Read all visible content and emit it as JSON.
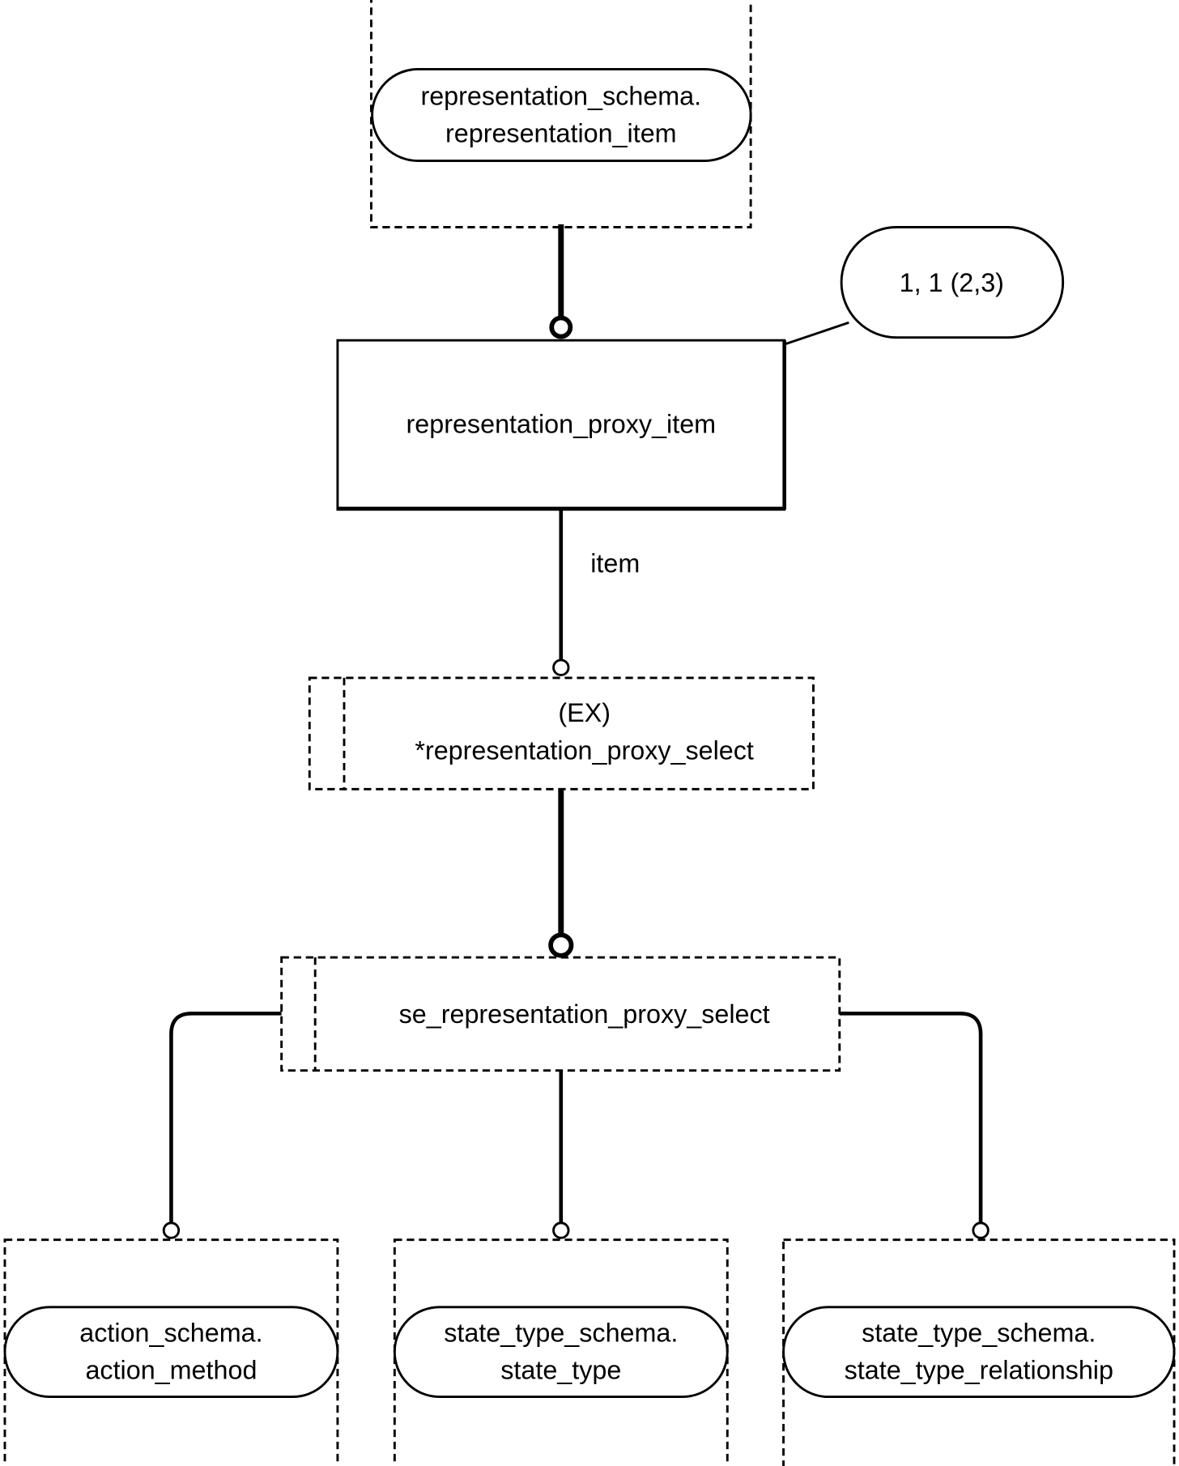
{
  "diagram": {
    "top_ref": {
      "line1": "representation_schema.",
      "line2": "representation_item"
    },
    "cardinality": "1, 1 (2,3)",
    "entity": "representation_proxy_item",
    "attribute_label": "item",
    "ex_select": {
      "line1": "(EX)",
      "line2": "*representation_proxy_select"
    },
    "se_select": "se_representation_proxy_select",
    "refs": [
      {
        "line1": "action_schema.",
        "line2": "action_method"
      },
      {
        "line1": "state_type_schema.",
        "line2": "state_type"
      },
      {
        "line1": "state_type_schema.",
        "line2": "state_type_relationship"
      }
    ]
  }
}
